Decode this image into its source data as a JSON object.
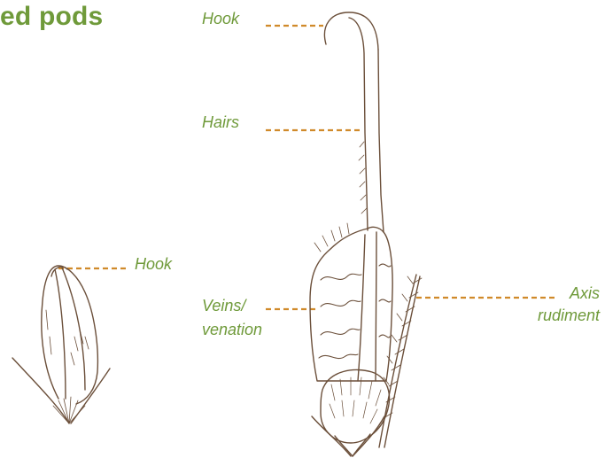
{
  "title": "ed pods",
  "labels": {
    "hook_top": "Hook",
    "hairs": "Hairs",
    "hook_small": "Hook",
    "veins_line1": "Veins/",
    "veins_line2": "venation",
    "axis_line1": "Axis",
    "axis_line2": "rudiment"
  },
  "colors": {
    "title": "#6f9a3a",
    "label": "#6f9a3a",
    "leader": "#d08a2a",
    "drawing": "#6b4f3a"
  }
}
